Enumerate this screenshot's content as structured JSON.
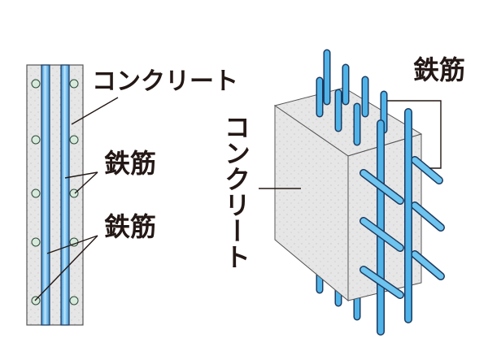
{
  "left_section": {
    "concrete_label": "コンクリート",
    "rebar_label_1": "鉄筋",
    "rebar_label_2": "鉄筋"
  },
  "right_section": {
    "concrete_label": "コンクリート",
    "rebar_label": "鉄筋"
  },
  "colors": {
    "concrete": "#e6e6e6",
    "rebar": "#4fb3e8",
    "rebar_section": "#d8eadb",
    "line": "#231815"
  }
}
